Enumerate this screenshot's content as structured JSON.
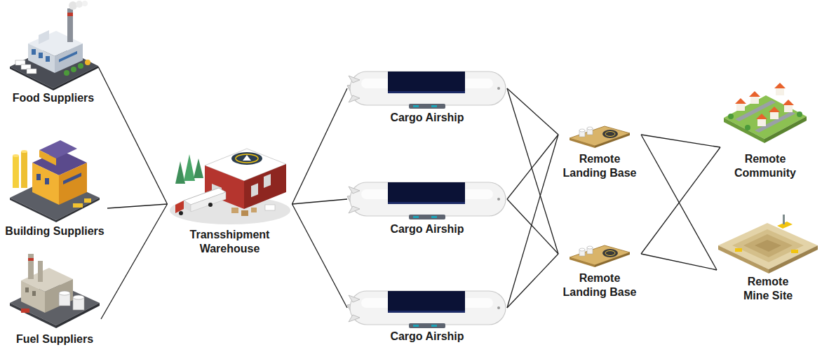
{
  "diagram": {
    "nodes": [
      {
        "text": [
          "Food Suppliers"
        ]
      },
      {
        "text": [
          "Building Suppliers"
        ]
      },
      {
        "text": [
          "Fuel Suppliers"
        ]
      },
      {
        "text": [
          "Transshipment Warehouse"
        ]
      },
      {
        "text": [
          "Cargo Airship"
        ]
      },
      {
        "text": [
          "Cargo Airship"
        ]
      },
      {
        "text": [
          "Cargo Airship"
        ]
      },
      {
        "text": [
          "Remote Landing Base"
        ]
      },
      {
        "text": [
          "Remote Landing Base"
        ]
      },
      {
        "text": [
          "Remote Community"
        ]
      },
      {
        "text": [
          "Remote Mine Site"
        ]
      }
    ],
    "edges": [
      {
        "from": 0,
        "to": 3,
        "arrow": "none"
      },
      {
        "from": 1,
        "to": 3,
        "arrow": "none"
      },
      {
        "from": 2,
        "to": 3,
        "arrow": "none"
      },
      {
        "from": 3,
        "to": 4,
        "arrow": "none"
      },
      {
        "from": 3,
        "to": 5,
        "arrow": "none"
      },
      {
        "from": 3,
        "to": 6,
        "arrow": "none"
      },
      {
        "from": 4,
        "to": 7,
        "arrow": "none"
      },
      {
        "from": 4,
        "to": 8,
        "arrow": "none"
      },
      {
        "from": 5,
        "to": 7,
        "arrow": "none"
      },
      {
        "from": 5,
        "to": 8,
        "arrow": "none"
      },
      {
        "from": 6,
        "to": 7,
        "arrow": "none"
      },
      {
        "from": 6,
        "to": 8,
        "arrow": "none"
      },
      {
        "from": 7,
        "to": 9,
        "arrow": "none"
      },
      {
        "from": 7,
        "to": 10,
        "arrow": "none"
      },
      {
        "from": 8,
        "to": 9,
        "arrow": "none"
      },
      {
        "from": 8,
        "to": 10,
        "arrow": "none"
      }
    ]
  }
}
